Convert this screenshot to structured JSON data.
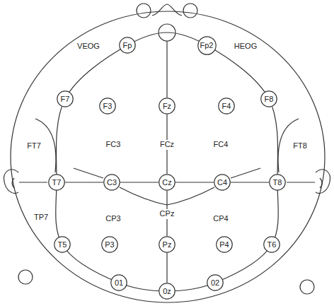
{
  "diagram": {
    "nodes": [
      {
        "text": [
          "Fp"
        ]
      },
      {
        "text": [
          "Fp2"
        ]
      },
      {
        "text": [
          "F7"
        ]
      },
      {
        "text": [
          "F3"
        ]
      },
      {
        "text": [
          "Fz"
        ]
      },
      {
        "text": [
          "F4"
        ]
      },
      {
        "text": [
          "F8"
        ]
      },
      {
        "text": [
          "T7"
        ]
      },
      {
        "text": [
          "C3"
        ]
      },
      {
        "text": [
          "Cz"
        ]
      },
      {
        "text": [
          "C4"
        ]
      },
      {
        "text": [
          "T8"
        ]
      },
      {
        "text": [
          "T5"
        ]
      },
      {
        "text": [
          "P3"
        ]
      },
      {
        "text": [
          "Pz"
        ]
      },
      {
        "text": [
          "P4"
        ]
      },
      {
        "text": [
          "T6"
        ]
      },
      {
        "text": [
          "01"
        ]
      },
      {
        "text": [
          "0z"
        ]
      },
      {
        "text": [
          "02"
        ]
      }
    ],
    "edges": [
      {
        "from": 4,
        "to": 9,
        "arrow": "none"
      },
      {
        "from": 9,
        "to": 14,
        "arrow": "none"
      },
      {
        "from": 14,
        "to": 18,
        "arrow": "none"
      },
      {
        "from": 7,
        "to": 8,
        "arrow": "none"
      },
      {
        "from": 8,
        "to": 9,
        "arrow": "none"
      },
      {
        "from": 9,
        "to": 10,
        "arrow": "none"
      },
      {
        "from": 10,
        "to": 11,
        "arrow": "none"
      }
    ],
    "labels": [
      "VEOG",
      "HEOG",
      "FT7",
      "FC3",
      "FCz",
      "FC4",
      "FT8",
      "TP7",
      "CP3",
      "CPz",
      "CP4"
    ]
  }
}
